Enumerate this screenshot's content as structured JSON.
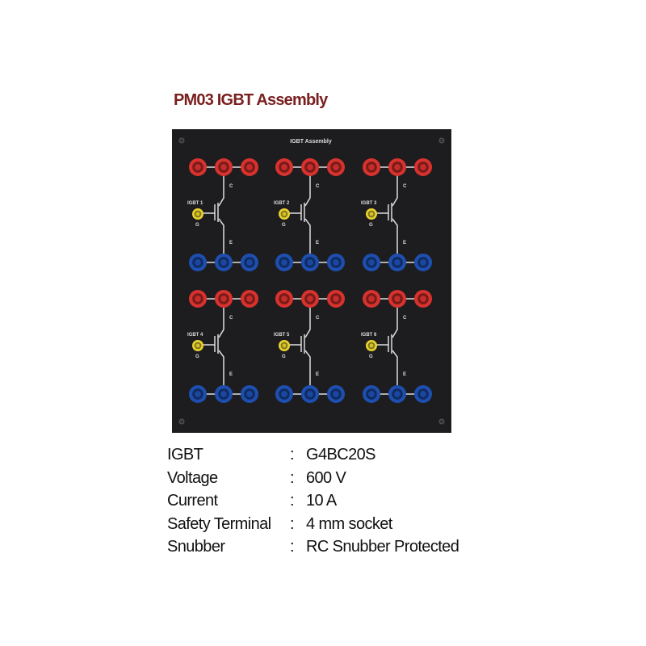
{
  "title": "PM03 IGBT Assembly",
  "panel": {
    "label": "IGBT Assembly",
    "collector_label": "C",
    "emitter_label": "E",
    "gate_label": "G",
    "modules": [
      {
        "label": "IGBT 1"
      },
      {
        "label": "IGBT 2"
      },
      {
        "label": "IGBT 3"
      },
      {
        "label": "IGBT 4"
      },
      {
        "label": "IGBT 5"
      },
      {
        "label": "IGBT 6"
      }
    ],
    "colors": {
      "panel": "#1d1d1f",
      "collector_terminal": "#d8322e",
      "emitter_terminal": "#1e4fb0",
      "gate_terminal": "#e8d230",
      "title": "#7a1f1f"
    }
  },
  "specs": [
    {
      "key": "IGBT",
      "sep": ":",
      "value": "G4BC20S"
    },
    {
      "key": "Voltage",
      "sep": ":",
      "value": "600 V"
    },
    {
      "key": "Current",
      "sep": ":",
      "value": "10 A"
    },
    {
      "key": "Safety Terminal",
      "sep": ":",
      "value": "4 mm socket"
    },
    {
      "key": "Snubber",
      "sep": ":",
      "value": "RC Snubber Protected"
    }
  ]
}
